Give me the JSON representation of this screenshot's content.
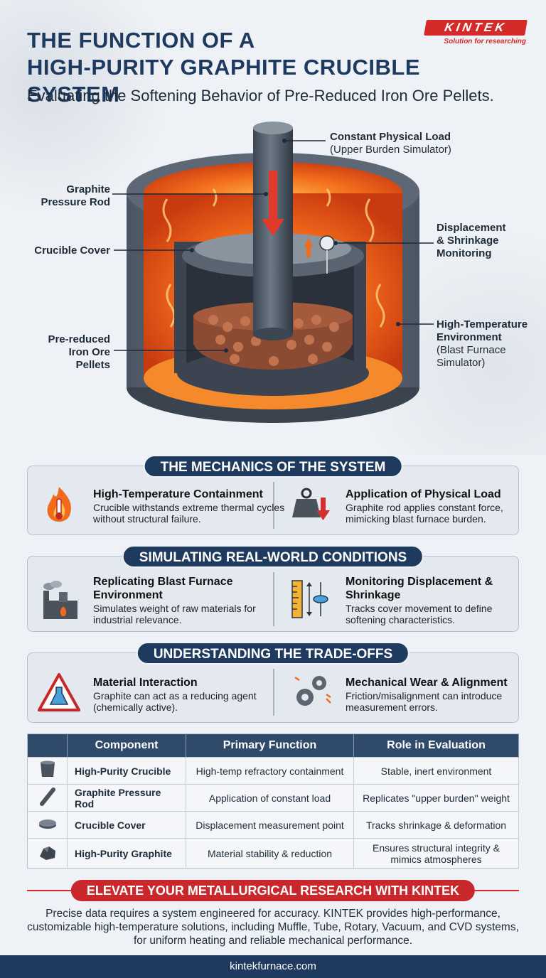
{
  "header": {
    "title_line1": "THE FUNCTION OF A",
    "title_line2": "HIGH-PURITY GRAPHITE CRUCIBLE SYSTEM",
    "subtitle": "Evaluating the Softening Behavior of Pre-Reduced Iron Ore Pellets.",
    "logo_text": "KINTEK",
    "logo_tagline": "Solution for researching"
  },
  "diagram": {
    "callouts": {
      "load_title": "Constant Physical Load",
      "load_sub": "(Upper Burden Simulator)",
      "rod_line1": "Graphite",
      "rod_line2": "Pressure Rod",
      "cover": "Crucible Cover",
      "disp_line1": "Displacement",
      "disp_line2": "& Shrinkage",
      "disp_line3": "Monitoring",
      "pellets_line1": "Pre-reduced",
      "pellets_line2": "Iron Ore",
      "pellets_line3": "Pellets",
      "env_line1": "High-Temperature",
      "env_line2": "Environment",
      "env_line3": "(Blast Furnace",
      "env_line4": "Simulator)"
    }
  },
  "sections": {
    "mechanics": {
      "title": "THE MECHANICS OF THE SYSTEM",
      "left_title": "High-Temperature Containment",
      "left_desc": "Crucible withstands extreme thermal cycles without structural failure.",
      "right_title": "Application of Physical Load",
      "right_desc": "Graphite rod applies constant force, mimicking blast furnace burden."
    },
    "simulating": {
      "title": "SIMULATING REAL-WORLD CONDITIONS",
      "left_title": "Replicating Blast Furnace Environment",
      "left_desc": "Simulates weight of raw materials for industrial relevance.",
      "right_title": "Monitoring Displacement & Shrinkage",
      "right_desc": "Tracks cover movement to define softening characteristics."
    },
    "tradeoffs": {
      "title": "UNDERSTANDING THE TRADE-OFFS",
      "left_title": "Material Interaction",
      "left_desc": "Graphite can act as a reducing agent (chemically active).",
      "right_title": "Mechanical Wear & Alignment",
      "right_desc": "Friction/misalignment can introduce measurement errors."
    }
  },
  "table": {
    "headers": [
      "Component",
      "Primary Function",
      "Role in Evaluation"
    ],
    "rows": [
      {
        "icon": "crucible-icon",
        "component": "High-Purity Crucible",
        "function": "High-temp refractory containment",
        "role": "Stable, inert environment"
      },
      {
        "icon": "rod-icon",
        "component": "Graphite Pressure Rod",
        "function": "Application of constant load",
        "role": "Replicates \"upper burden\" weight"
      },
      {
        "icon": "cover-icon",
        "component": "Crucible Cover",
        "function": "Displacement measurement point",
        "role": "Tracks shrinkage & deformation"
      },
      {
        "icon": "graphite-chunk-icon",
        "component": "High-Purity Graphite",
        "function": "Material stability & reduction",
        "role": "Ensures structural integrity & mimics atmospheres"
      }
    ]
  },
  "cta": {
    "title": "ELEVATE YOUR METALLURGICAL RESEARCH WITH KINTEK",
    "body": "Precise data requires a system engineered for accuracy. KINTEK provides high-performance, customizable high-temperature solutions, including Muffle, Tube, Rotary, Vacuum, and CVD systems, for uniform heating and reliable mechanical performance."
  },
  "footer": {
    "url": "kintekfurnace.com"
  },
  "colors": {
    "navy": "#1e3a5f",
    "brand_red": "#d42a2a",
    "furnace_orange": "#f26a1b"
  }
}
